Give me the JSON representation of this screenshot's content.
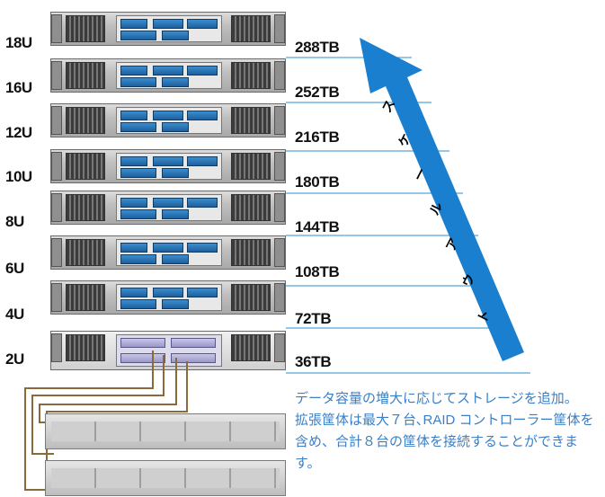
{
  "units": [
    {
      "u": "18U",
      "tb": "288TB"
    },
    {
      "u": "16U",
      "tb": "252TB"
    },
    {
      "u": "12U",
      "tb": "216TB"
    },
    {
      "u": "10U",
      "tb": "180TB"
    },
    {
      "u": "8U",
      "tb": "144TB"
    },
    {
      "u": "6U",
      "tb": "108TB"
    },
    {
      "u": "4U",
      "tb": "72TB"
    },
    {
      "u": "2U",
      "tb": "36TB"
    }
  ],
  "arrow": {
    "label_chars": [
      "ス",
      "ケ",
      "ー",
      "ル",
      "ア",
      "ウ",
      "ト"
    ],
    "color": "#1a7fcf"
  },
  "description": {
    "line1": "データ容量の増大に応じてストレージを追加。",
    "line2": "拡張筐体は最大７台､RAID コントローラー筐体を含め、合計８台の筐体を接続することができます。"
  },
  "colors": {
    "text": "#3a7fc4",
    "line": "#2a8fd0"
  }
}
